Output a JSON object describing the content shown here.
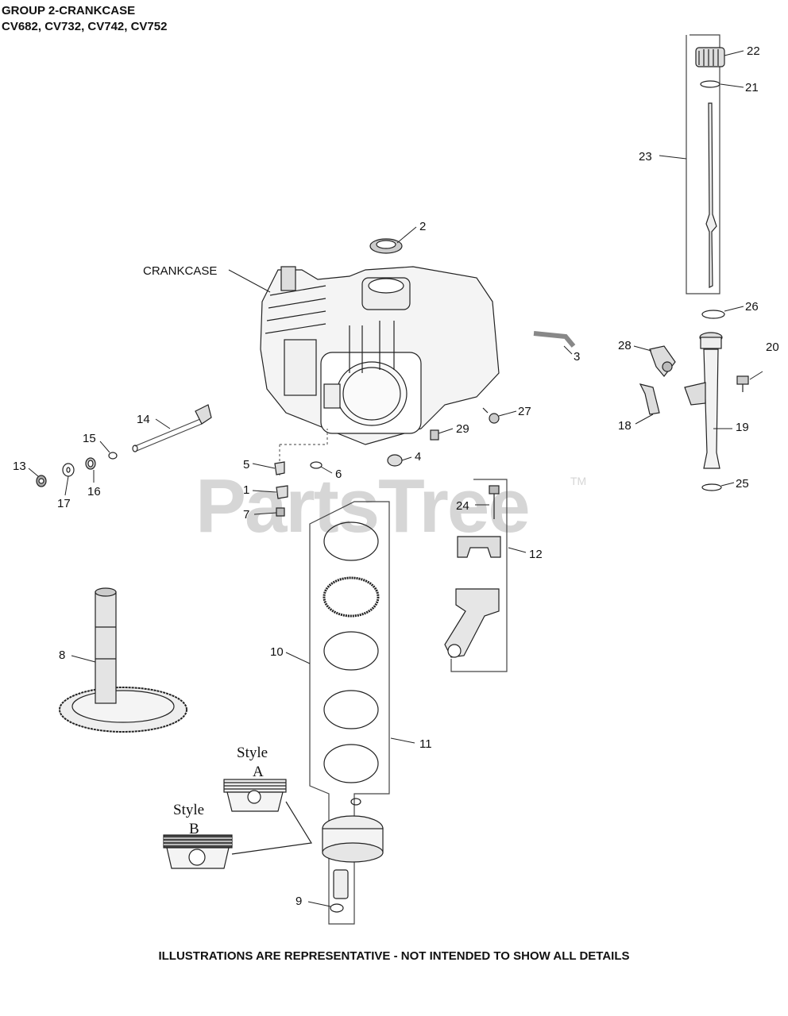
{
  "header": {
    "group_title": "GROUP 2-CRANKCASE",
    "models": "CV682, CV732, CV742, CV752"
  },
  "diagram": {
    "assembly_label": "CRANKCASE",
    "callouts": {
      "n1": "1",
      "n2": "2",
      "n3": "3",
      "n4": "4",
      "n5": "5",
      "n6": "6",
      "n7": "7",
      "n8": "8",
      "n9": "9",
      "n10": "10",
      "n11": "11",
      "n12": "12",
      "n13": "13",
      "n14": "14",
      "n15": "15",
      "n16": "16",
      "n17": "17",
      "n18": "18",
      "n19": "19",
      "n20": "20",
      "n21": "21",
      "n22": "22",
      "n23": "23",
      "n24": "24",
      "n25": "25",
      "n26": "26",
      "n27": "27",
      "n28": "28",
      "n29": "29"
    },
    "style_a": {
      "word": "Style",
      "letter": "A"
    },
    "style_b": {
      "word": "Style",
      "letter": "B"
    }
  },
  "watermark": {
    "brand": "PartsTree",
    "tm": "TM"
  },
  "footer": {
    "disclaimer": "ILLUSTRATIONS ARE REPRESENTATIVE - NOT INTENDED TO SHOW ALL DETAILS"
  }
}
